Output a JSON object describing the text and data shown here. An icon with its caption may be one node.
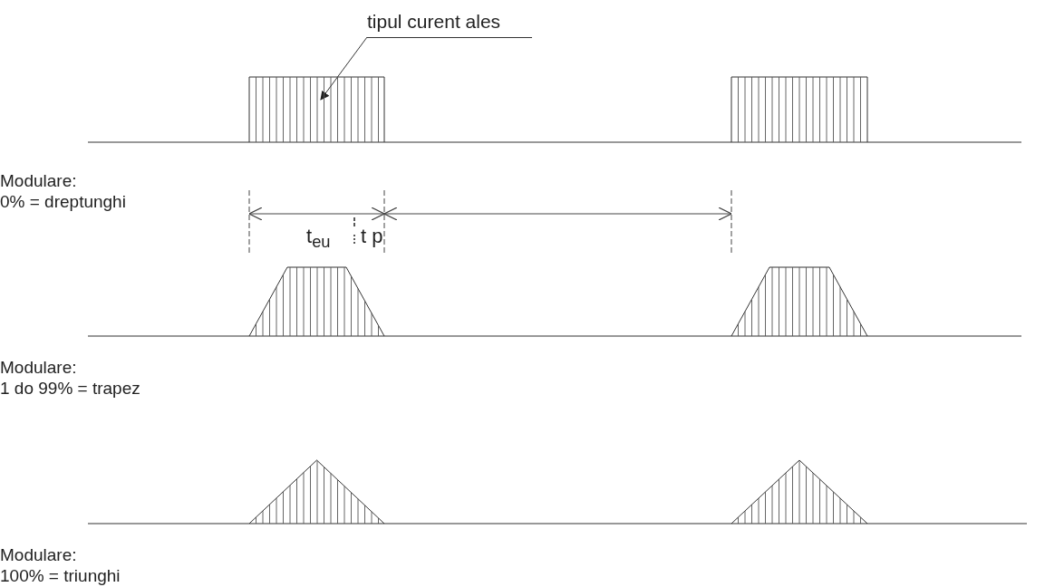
{
  "diagram": {
    "nodes": [
      {
        "text": [
          "tipul curent ales"
        ]
      },
      {
        "text": [],
        "shape": "box"
      }
    ],
    "edges": [
      {
        "from": 0,
        "to": 1,
        "arrow": "to"
      }
    ],
    "labels": [
      "Modulare:",
      "0% = dreptunghi",
      "t$_{eu}$",
      "t p",
      "Modulare:",
      "1 do 99% = trapez",
      "Modulare:",
      "100% = triunghi"
    ]
  }
}
